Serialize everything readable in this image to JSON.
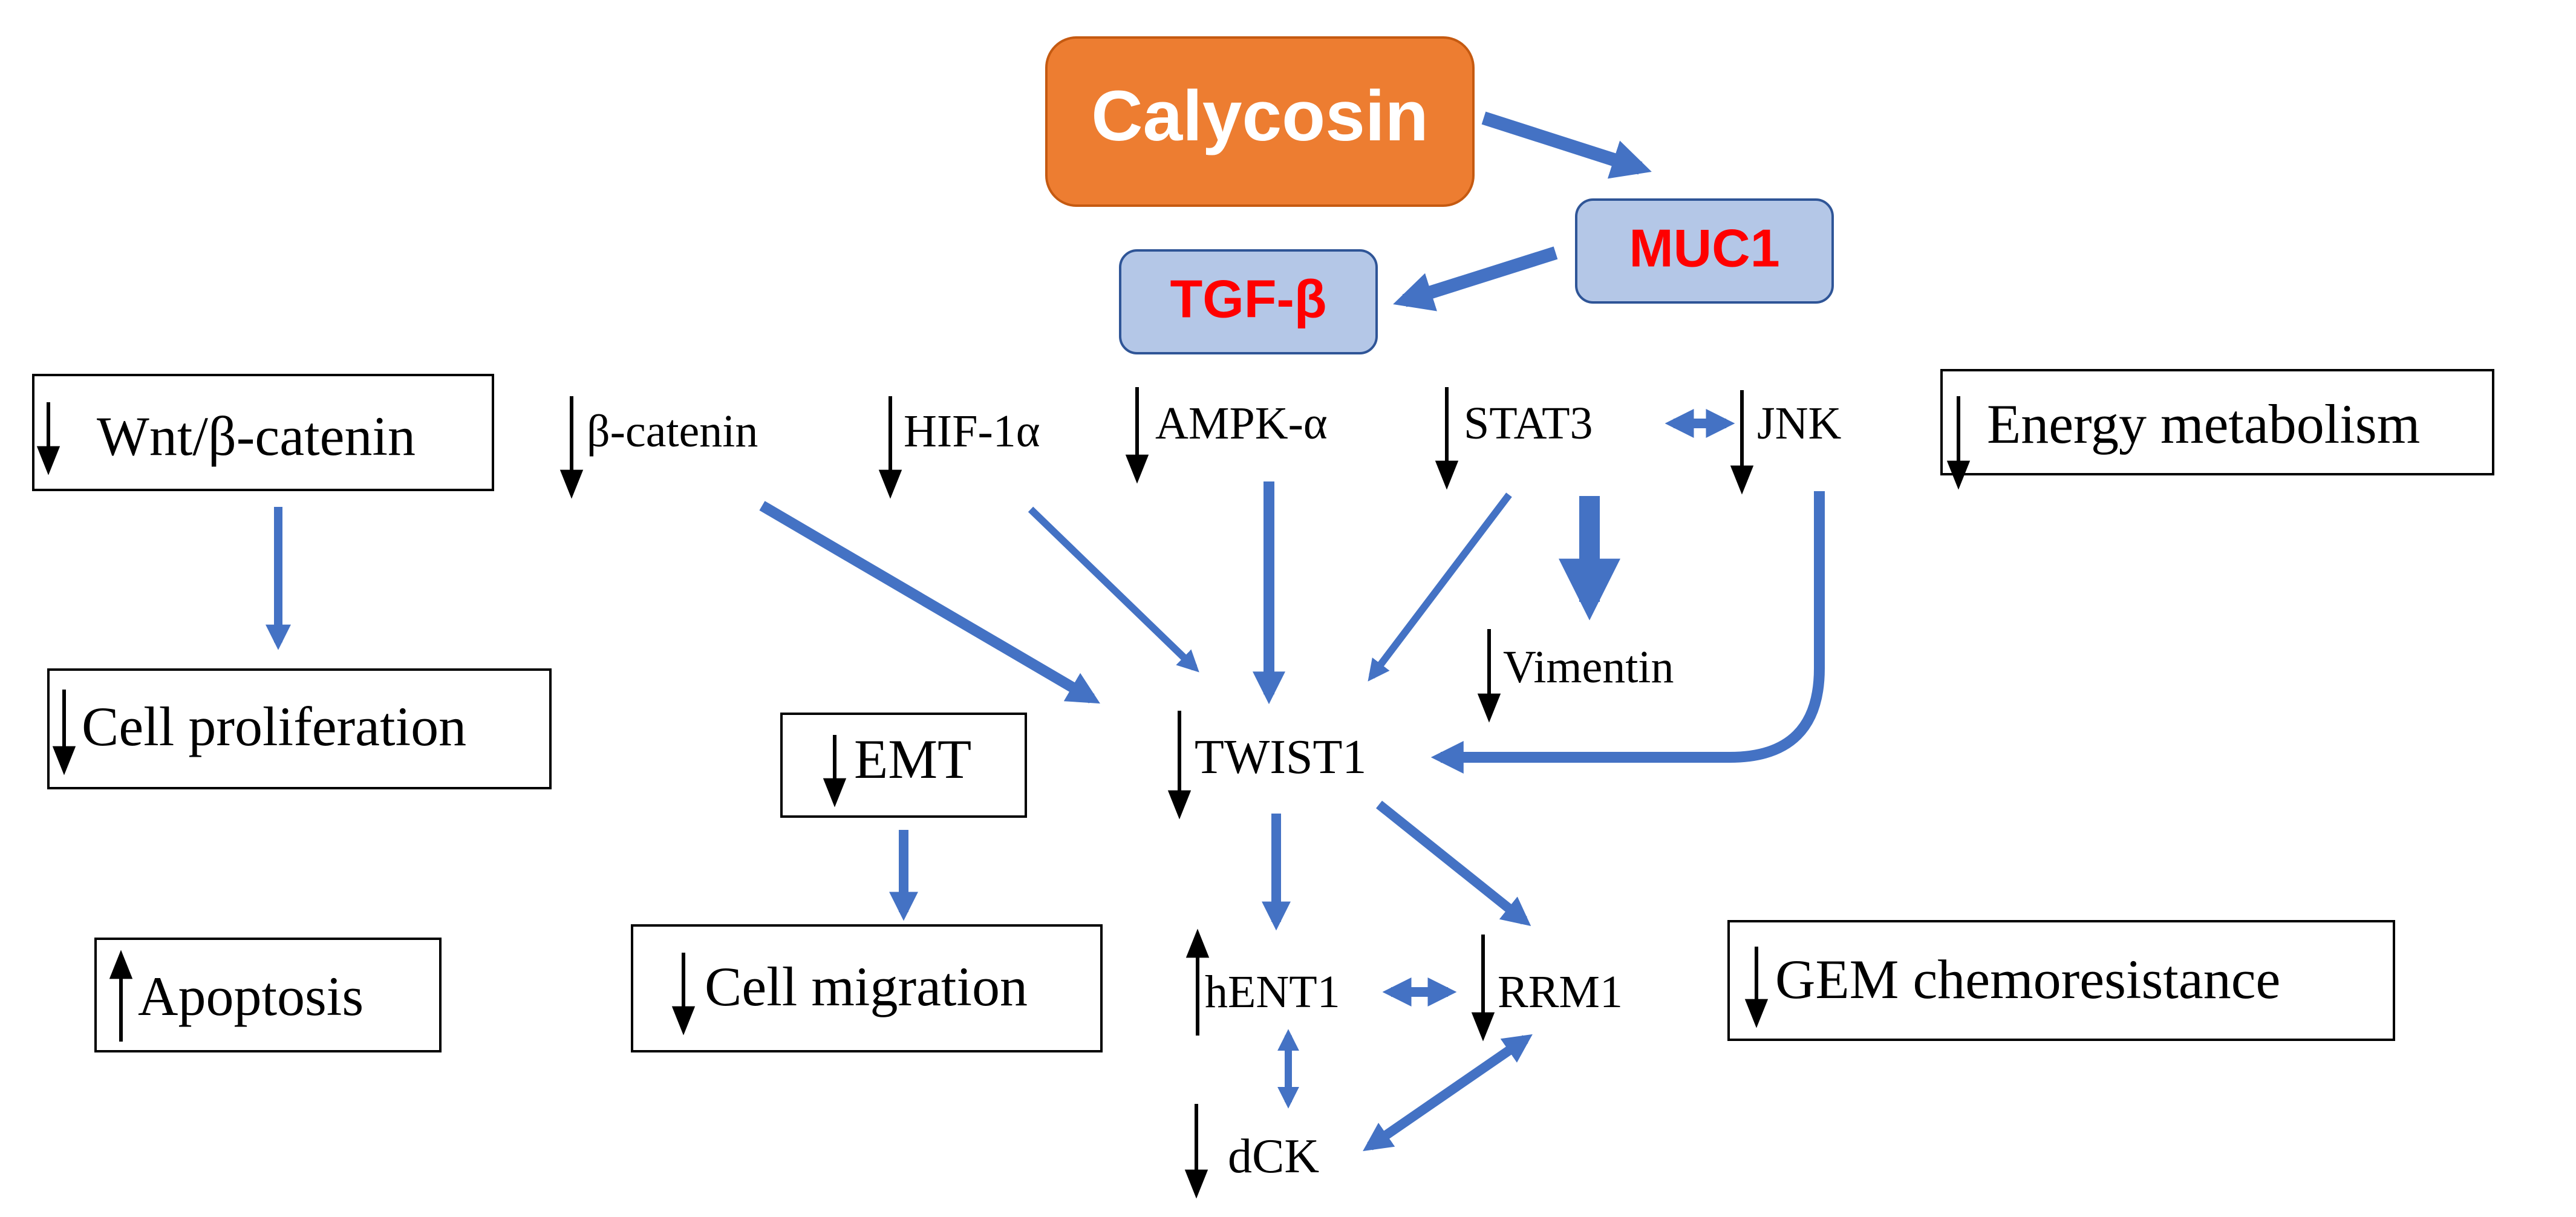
{
  "colors": {
    "accent_orange": "#ED7D31",
    "box_blue": "#B4C7E7",
    "arrow_blue": "#4472C4",
    "text_red": "#FF0000",
    "text_white": "#FFFFFF",
    "text_black": "#000000"
  },
  "nodes": {
    "calycosin": "Calycosin",
    "muc1": "MUC1",
    "tgf_beta": "TGF-β",
    "wnt": "Wnt/β-catenin",
    "beta_catenin": "β-catenin",
    "hif1a": "HIF-1α",
    "ampk": "AMPK-α",
    "stat3": "STAT3",
    "jnk": "JNK",
    "energy": "Energy metabolism",
    "cell_proliferation": "Cell proliferation",
    "emt": "EMT",
    "vimentin": "Vimentin",
    "twist1": "TWIST1",
    "apoptosis": "Apoptosis",
    "cell_migration": "Cell migration",
    "hent1": "hENT1",
    "rrm1": "RRM1",
    "gem": "GEM chemoresistance",
    "dck": "dCK"
  }
}
